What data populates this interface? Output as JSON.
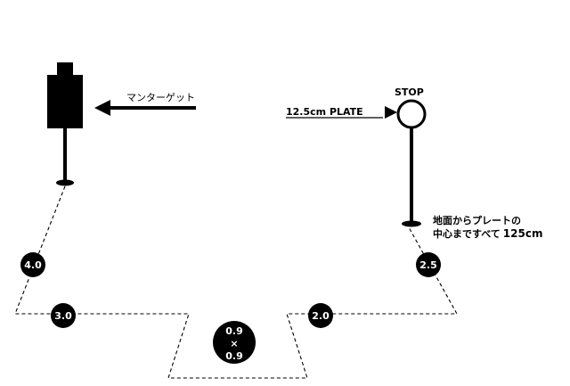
{
  "labels": {
    "man_target": "マンターゲット",
    "stop": "STOP",
    "plate": "12.5cm PLATE",
    "height_note_line1": "地面からプレートの",
    "height_note_line2_prefix": "中心まですべて",
    "height_note_line2_value": "125cm"
  },
  "distances": {
    "left_post": "4.0",
    "right_post": "2.5",
    "bottom_left": "3.0",
    "bottom_right": "2.0"
  },
  "box": {
    "top": "0.9",
    "mid": "×",
    "bottom": "0.9"
  },
  "colors": {
    "ink": "#000000",
    "paper": "#ffffff"
  }
}
